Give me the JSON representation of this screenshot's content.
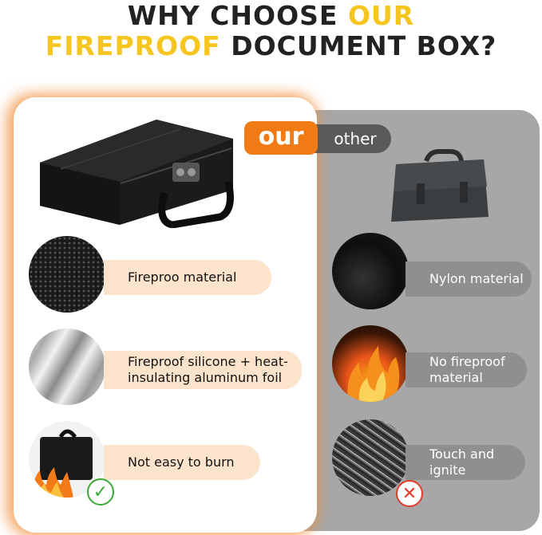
{
  "header": {
    "line1_a": "WHY CHOOSE ",
    "line1_b": "OUR",
    "line2_a": "FIREPROOF",
    "line2_b": " DOCUMENT BOX?"
  },
  "tabs": {
    "our": "our",
    "other": "other"
  },
  "our_features": [
    {
      "line1": "Fireproo material",
      "line2": ""
    },
    {
      "line1": "Fireproof silicone + heat-",
      "line2": "insulating aluminum foil"
    },
    {
      "line1": "Not easy to burn",
      "line2": ""
    }
  ],
  "other_features": [
    {
      "line1": "Nylon material",
      "line2": ""
    },
    {
      "line1": "No fireproof",
      "line2": "material"
    },
    {
      "line1": "Touch and",
      "line2": "ignite"
    }
  ],
  "colors": {
    "accent_orange": "#f07b14",
    "accent_yellow": "#f7c520",
    "panel_gray": "#a7a7a7"
  },
  "icons": {
    "ok": "check-mark-icon",
    "no": "cross-mark-icon"
  }
}
